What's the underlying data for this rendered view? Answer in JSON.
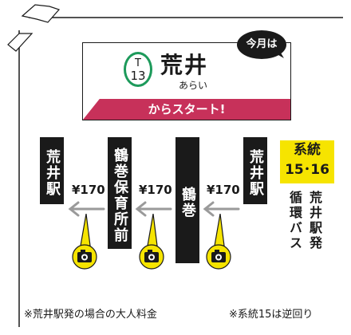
{
  "header": {
    "bubble": "今月は",
    "line_letter": "T",
    "station_number": "13",
    "station_name": "荒井",
    "station_kana": "あらい",
    "ribbon": "からスタート!"
  },
  "route": {
    "box_line1": "系統",
    "box_line2": "15･16",
    "desc_right": "荒井駅発",
    "desc_left": "循環バス"
  },
  "stops": [
    {
      "name": "荒井駅"
    },
    {
      "name": "鶴巻保育所前"
    },
    {
      "name": "鶴巻"
    },
    {
      "name": "荒井駅"
    }
  ],
  "fares": [
    "¥170",
    "¥170",
    "¥170"
  ],
  "notes": [
    "※荒井駅発の場合の大人料金",
    "※系統15は逆回り"
  ],
  "colors": {
    "line": "#1d9a5b",
    "ribbon": "#c7315a",
    "route_box": "#f6e400",
    "camera": "#f6e400",
    "arrow": "#9a9a9a"
  },
  "icons": [
    "camera-icon",
    "arrow-left-icon",
    "tape-icon"
  ]
}
